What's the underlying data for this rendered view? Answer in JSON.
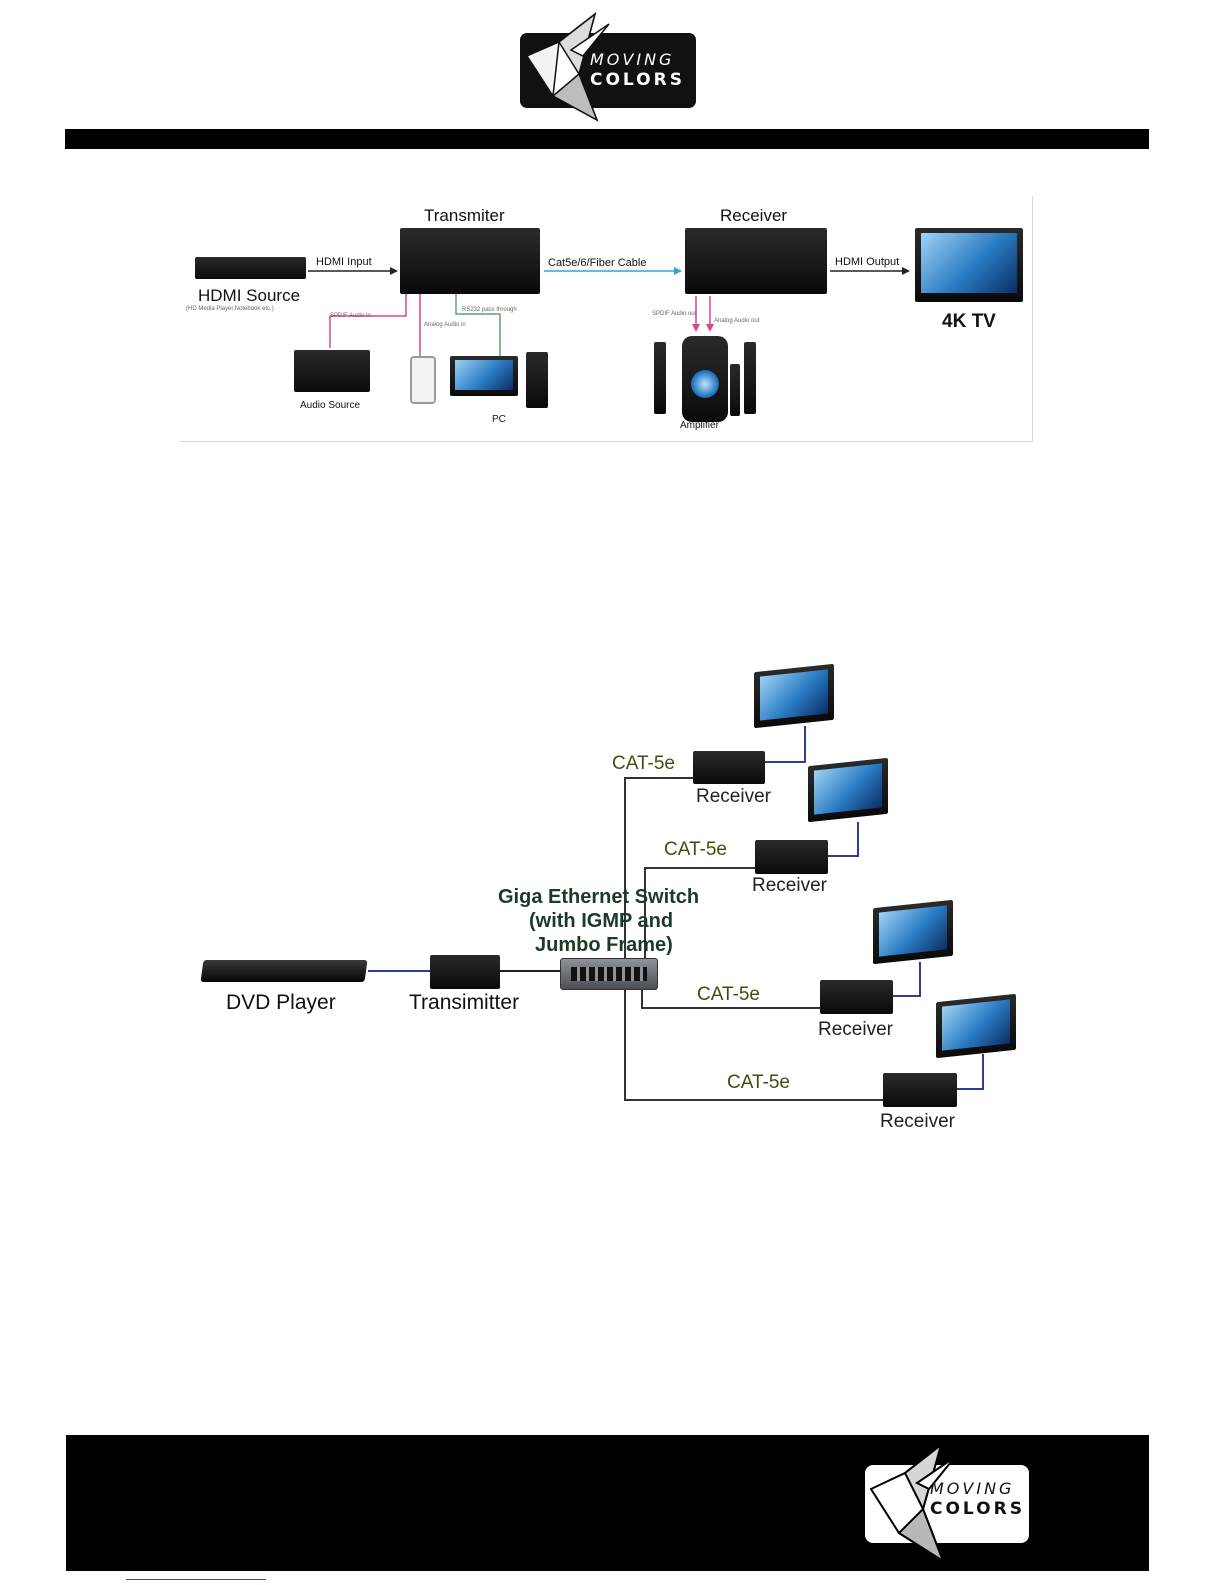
{
  "brand": {
    "line1": "MOVING",
    "line2": "COLORS"
  },
  "diagram1": {
    "transmitter_label": "Transmiter",
    "receiver_label": "Receiver",
    "hdmi_input": "HDMI Input",
    "cable_label": "Cat5e/6/Fiber Cable",
    "hdmi_output": "HDMI Output",
    "hdmi_source": "HDMI Source",
    "hdmi_source_sub": "(HD Media Player,Notebook etc.)",
    "tv_label": "4K TV",
    "audio_source": "Audio Source",
    "pc": "PC",
    "amplifier": "Amplifier",
    "spdif_in": "SPDIF Audio in",
    "analog_in": "Analog Audio in",
    "rs232": "RS232 pass through",
    "spdif_out": "SPDIF Audio out",
    "analog_out": "Analog Audio out",
    "colors": {
      "pink": "#d9468f",
      "green": "#5aa56e",
      "blue": "#3aa0d0"
    }
  },
  "diagram2": {
    "switch_title": "Giga Ethernet Switch",
    "switch_sub1": "(with IGMP and",
    "switch_sub2": "Jumbo Frame)",
    "dvd_label": "DVD Player",
    "transmitter_label": "Transimitter",
    "cat_label": "CAT-5e",
    "receiver_label": "Receiver",
    "colors": {
      "switch_text": "#1c3a28",
      "cable": "#2e3d8f",
      "cat_text": "#4a4a10"
    }
  }
}
